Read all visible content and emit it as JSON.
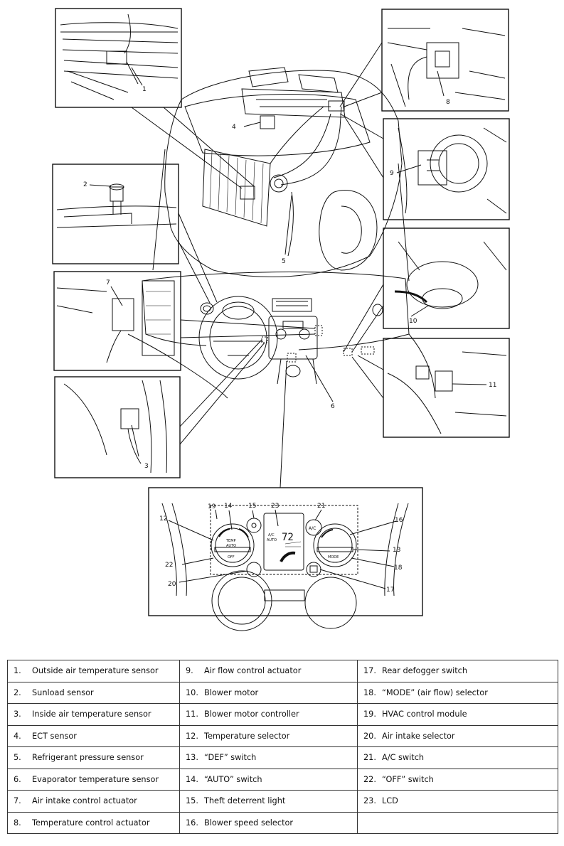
{
  "callouts": {
    "c1": "1",
    "c2": "2",
    "c3": "3",
    "c4": "4",
    "c5": "5",
    "c6": "6",
    "c7": "7",
    "c8": "8",
    "c9": "9",
    "c10": "10",
    "c11": "11",
    "p12": "12",
    "p13": "13",
    "p14": "14",
    "p15": "15",
    "p16": "16",
    "p17": "17",
    "p18": "18",
    "p19": "19",
    "p20": "20",
    "p21": "21",
    "p22": "22",
    "p23": "23"
  },
  "panel": {
    "temp": "TEMP",
    "auto": "AUTO",
    "off": "OFF",
    "mode": "MODE",
    "ac": "A/C",
    "lcd_ac": "A/C",
    "lcd_auto": "AUTO",
    "lcd_temp": "72"
  },
  "legend": {
    "rows": [
      [
        {
          "num": "1.",
          "label": "Outside air temperature sensor"
        },
        {
          "num": "9.",
          "label": "Air flow control actuator"
        },
        {
          "num": "17.",
          "label": "Rear defogger switch"
        }
      ],
      [
        {
          "num": "2.",
          "label": "Sunload sensor"
        },
        {
          "num": "10.",
          "label": "Blower motor"
        },
        {
          "num": "18.",
          "label": "“MODE” (air flow) selector"
        }
      ],
      [
        {
          "num": "3.",
          "label": "Inside air temperature sensor"
        },
        {
          "num": "11.",
          "label": "Blower motor controller"
        },
        {
          "num": "19.",
          "label": "HVAC control module"
        }
      ],
      [
        {
          "num": "4.",
          "label": "ECT sensor"
        },
        {
          "num": "12.",
          "label": "Temperature selector"
        },
        {
          "num": "20.",
          "label": "Air intake selector"
        }
      ],
      [
        {
          "num": "5.",
          "label": "Refrigerant pressure sensor"
        },
        {
          "num": "13.",
          "label": "“DEF” switch"
        },
        {
          "num": "21.",
          "label": "A/C switch"
        }
      ],
      [
        {
          "num": "6.",
          "label": "Evaporator temperature sensor"
        },
        {
          "num": "14.",
          "label": "“AUTO” switch"
        },
        {
          "num": "22.",
          "label": "“OFF” switch"
        }
      ],
      [
        {
          "num": "7.",
          "label": "Air intake control actuator"
        },
        {
          "num": "15.",
          "label": "Theft deterrent light"
        },
        {
          "num": "23.",
          "label": "LCD"
        }
      ],
      [
        {
          "num": "8.",
          "label": "Temperature control actuator"
        },
        {
          "num": "16.",
          "label": "Blower speed selector"
        },
        {
          "num": "",
          "label": ""
        }
      ]
    ]
  }
}
